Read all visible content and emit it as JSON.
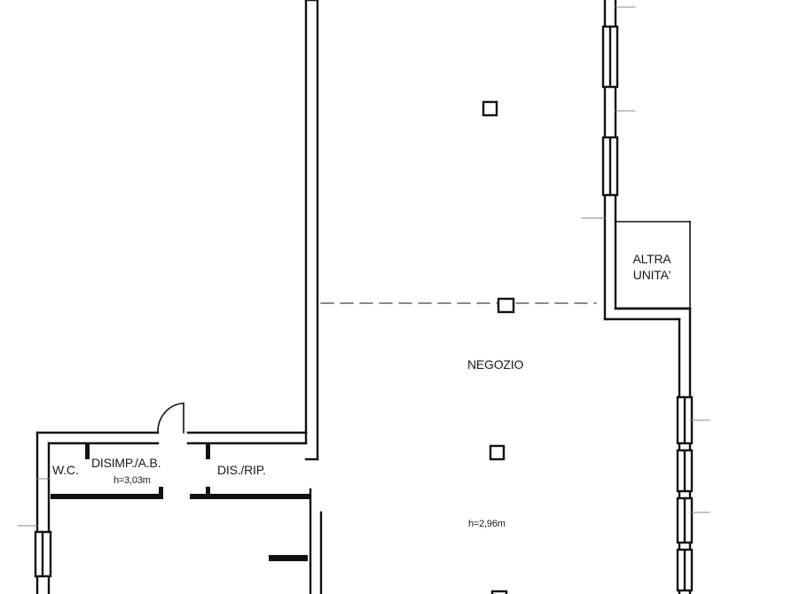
{
  "floor_plan": {
    "rooms": {
      "altra_unita_line1": "ALTRA",
      "altra_unita_line2": "UNITA'",
      "negozio": "NEGOZIO",
      "negozio_height": "h=2,96m",
      "wc": "W.C.",
      "disimp_ab": "DISIMP./A.B.",
      "disimp_height": "h=3,03m",
      "dis_rip": "DIS./RIP."
    },
    "colors": {
      "wall_stroke": "#111111",
      "background": "#ffffff",
      "dashed_line": "#444444"
    }
  }
}
